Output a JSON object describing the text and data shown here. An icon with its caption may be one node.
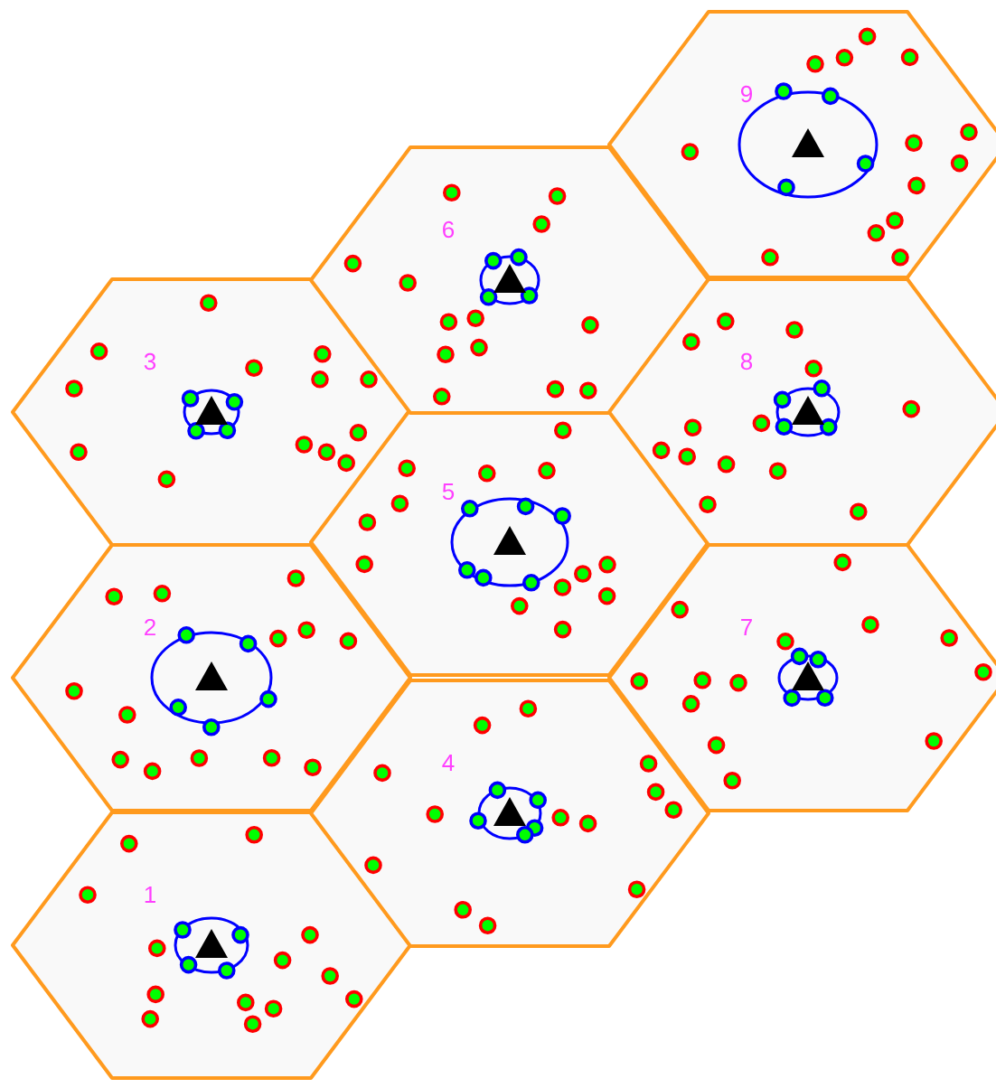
{
  "diagram": {
    "nodes": [
      {
        "text": [
          "1"
        ]
      },
      {
        "text": [
          "2"
        ]
      },
      {
        "text": [
          "3"
        ]
      },
      {
        "text": [
          "4"
        ]
      },
      {
        "text": [
          "5"
        ]
      },
      {
        "text": [
          "6"
        ]
      },
      {
        "text": [
          "7"
        ]
      },
      {
        "text": [
          "8"
        ]
      },
      {
        "text": [
          "9"
        ]
      }
    ]
  }
}
